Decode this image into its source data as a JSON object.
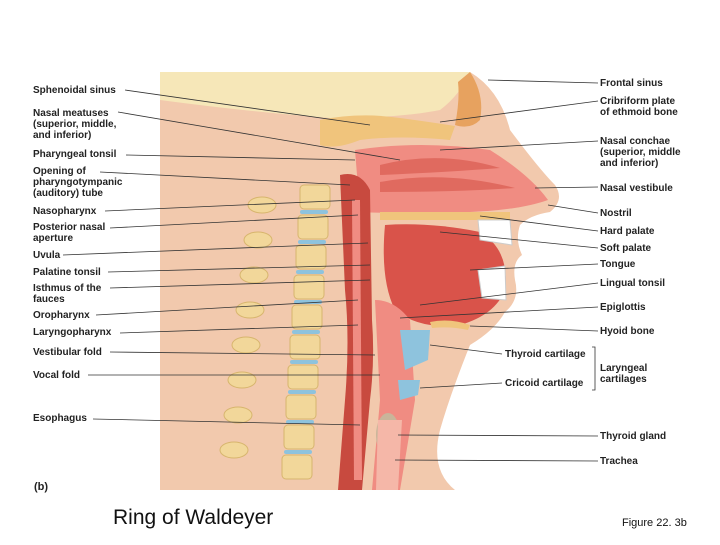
{
  "figure": {
    "panel": "(b)",
    "caption": "Ring of Waldeyer",
    "figure_ref": "Figure 22. 3b"
  },
  "labels": {
    "left": [
      "Sphenoidal sinus",
      "Nasal meatuses\n(superior, middle,\nand inferior)",
      "Pharyngeal tonsil",
      "Opening of\npharyngotympanic\n(auditory) tube",
      "Nasopharynx",
      "Posterior nasal\naperture",
      "Uvula",
      "Palatine tonsil",
      "Isthmus of the\nfauces",
      "Oropharynx",
      "Laryngopharynx",
      "Vestibular fold",
      "Vocal fold",
      "Esophagus"
    ],
    "right": [
      "Frontal sinus",
      "Cribriform plate\nof ethmoid bone",
      "Nasal conchae\n(superior, middle\nand inferior)",
      "Nasal vestibule",
      "Nostril",
      "Hard palate",
      "Soft palate",
      "Tongue",
      "Lingual tonsil",
      "Epiglottis",
      "Hyoid bone",
      "Laryngeal\ncartilages",
      "Thyroid gland",
      "Trachea"
    ],
    "inner": [
      "Thyroid cartilage",
      "Cricoid cartilage"
    ]
  },
  "colors": {
    "skin": "#f2c9ad",
    "skin_dark": "#e8ad8c",
    "brain": "#f6e7b8",
    "muscle": "#d9534a",
    "mucosa": "#f08c82",
    "bone": "#f2d79a",
    "cartilage": "#8ec3dd",
    "line": "#333333"
  }
}
